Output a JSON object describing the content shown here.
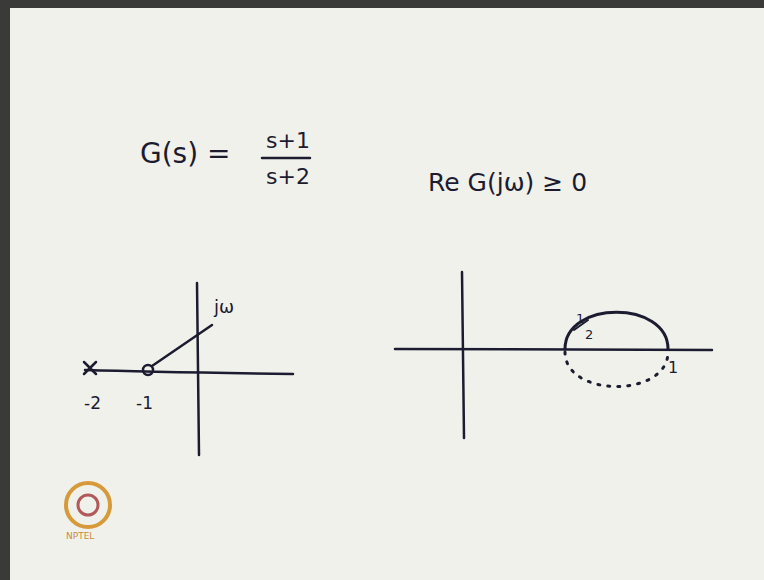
{
  "diagram": {
    "labels": [
      "G(s) =",
      "s+1",
      "s+2",
      "Re G(jω) ≥ 0",
      "jω",
      "-2",
      "-1",
      "1",
      "2",
      "1",
      "NPTEL"
    ]
  }
}
